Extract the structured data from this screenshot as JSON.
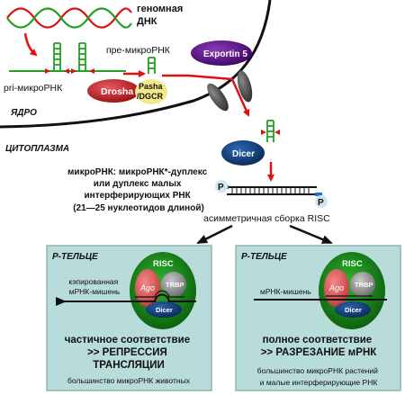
{
  "labels": {
    "genomic_dna": [
      "геномная",
      "ДНК"
    ],
    "pri_mirna": "pri-микроРНК",
    "pre_mirna": "пре-микроРНК",
    "nucleus": "ЯДРО",
    "cytoplasm": "ЦИТОПЛАЗМА",
    "exportin": "Exportin 5",
    "drosha": "Drosha",
    "pasha": [
      "Pasha",
      "/DGCR"
    ],
    "dicer": "Dicer",
    "phosphate": "P",
    "duplex_desc": [
      "микроРНК: микроРНК*-дуплекс",
      "или дуплекс малых",
      "интерферирующих РНК",
      "(21—25 нуклеотидов длиной)"
    ],
    "risc_assembly": "асимметричная сборка RISC"
  },
  "panels": [
    {
      "heading": "P-ТЕЛЬЦЕ",
      "risc": "RISC",
      "ago": "Ago",
      "trbp": "TRBP",
      "dicer": "Dicer",
      "target_label": [
        "кэпированная",
        "мРНК-мишень"
      ],
      "outcome": [
        "частичное соответствие",
        ">> РЕПРЕССИЯ",
        "ТРАНСЛЯЦИИ"
      ],
      "note": [
        "большинство микроРНК животных"
      ]
    },
    {
      "heading": "P-ТЕЛЬЦЕ",
      "risc": "RISC",
      "ago": "Ago",
      "trbp": "TRBP",
      "dicer": "Dicer",
      "target_label": [
        "мРНК-мишень"
      ],
      "outcome": [
        "полное соответствие",
        ">> РАЗРЕЗАНИЕ мРНК"
      ],
      "note": [
        "большинство микроРНК растений",
        "и малые интерферирующие РНК"
      ]
    }
  ],
  "colors": {
    "panel_fill": "#b7dcd9",
    "panel_border": "#8fb3b1",
    "rna_green": "#22a022",
    "arrow_red": "#e01010",
    "drosha_red": "#c4161c",
    "pasha_yellow": "#f5e88a",
    "exportin_purple": "#5a0a8a",
    "dicer_blue": "#0c3d7a",
    "risc_green": "#1c8a1c",
    "ago_red": "#e05050",
    "trbp_gray": "#8a8a8a"
  }
}
